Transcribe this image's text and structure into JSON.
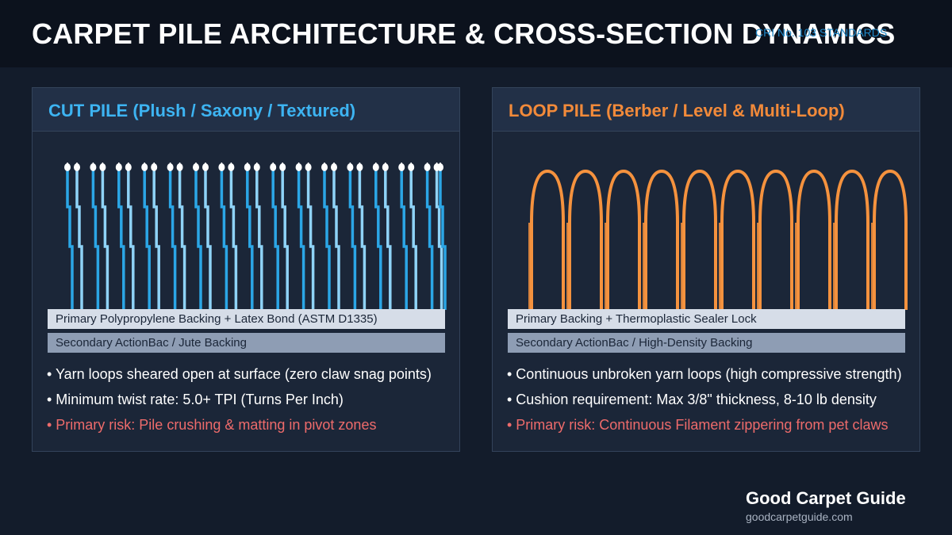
{
  "header": {
    "title": "CARPET PILE ARCHITECTURE & CROSS-SECTION DYNAMICS",
    "tag": "CRI No. 103 STANDARDS"
  },
  "cut_pile": {
    "title": "CUT PILE (Plush / Saxony / Textured)",
    "primary_backing": "Primary Polypropylene Backing + Latex Bond (ASTM D1335)",
    "secondary_backing": "Secondary ActionBac / Jute Backing",
    "bullets": [
      "• Yarn loops sheared open at surface (zero claw snag points)",
      "• Minimum twist rate: 5.0+ TPI (Turns Per Inch)",
      "• Primary risk: Pile crushing & matting in pivot zones"
    ],
    "colors": {
      "yarn_dark": "#2ba6e6",
      "yarn_light": "#8fd3f7",
      "tuft_tip": "#ffffff"
    }
  },
  "loop_pile": {
    "title": "LOOP PILE (Berber / Level & Multi-Loop)",
    "primary_backing": "Primary Backing + Thermoplastic Sealer Lock",
    "secondary_backing": "Secondary ActionBac / High-Density Backing",
    "bullets": [
      "• Continuous unbroken yarn loops (high compressive strength)",
      "• Cushion requirement: Max 3/8\" thickness, 8-10 lb density",
      "• Primary risk: Continuous Filament zippering from pet claws"
    ],
    "colors": {
      "loop": "#f5923e"
    }
  },
  "footer": {
    "brand": "Good Carpet Guide",
    "url": "goodcarpetguide.com"
  }
}
